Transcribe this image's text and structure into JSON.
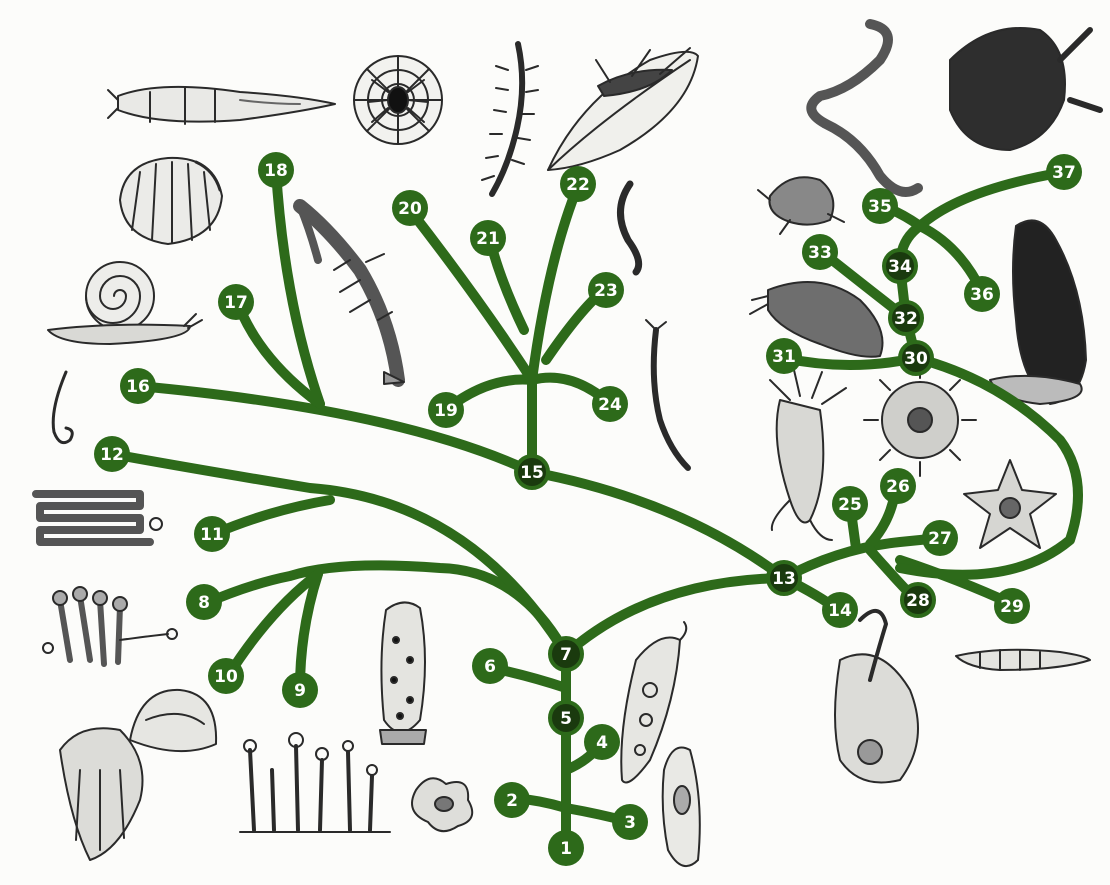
{
  "diagram": {
    "branch_color": "#2d6a1a",
    "hub_color": "#1a3a0e",
    "label_color": "#ffffff",
    "nodes": [
      {
        "id": "n1",
        "label": "1"
      },
      {
        "id": "n2",
        "label": "2"
      },
      {
        "id": "n3",
        "label": "3"
      },
      {
        "id": "n4",
        "label": "4"
      },
      {
        "id": "n5",
        "label": "5"
      },
      {
        "id": "n6",
        "label": "6"
      },
      {
        "id": "n7",
        "label": "7"
      },
      {
        "id": "n8",
        "label": "8"
      },
      {
        "id": "n9",
        "label": "9"
      },
      {
        "id": "n10",
        "label": "10"
      },
      {
        "id": "n11",
        "label": "11"
      },
      {
        "id": "n12",
        "label": "12"
      },
      {
        "id": "n13",
        "label": "13"
      },
      {
        "id": "n14",
        "label": "14"
      },
      {
        "id": "n15",
        "label": "15"
      },
      {
        "id": "n16",
        "label": "16"
      },
      {
        "id": "n17",
        "label": "17"
      },
      {
        "id": "n18",
        "label": "18"
      },
      {
        "id": "n19",
        "label": "19"
      },
      {
        "id": "n20",
        "label": "20"
      },
      {
        "id": "n21",
        "label": "21"
      },
      {
        "id": "n22",
        "label": "22"
      },
      {
        "id": "n23",
        "label": "23"
      },
      {
        "id": "n24",
        "label": "24"
      },
      {
        "id": "n25",
        "label": "25"
      },
      {
        "id": "n26",
        "label": "26"
      },
      {
        "id": "n27",
        "label": "27"
      },
      {
        "id": "n28",
        "label": "28"
      },
      {
        "id": "n29",
        "label": "29"
      },
      {
        "id": "n30",
        "label": "30"
      },
      {
        "id": "n31",
        "label": "31"
      },
      {
        "id": "n32",
        "label": "32"
      },
      {
        "id": "n33",
        "label": "33"
      },
      {
        "id": "n34",
        "label": "34"
      },
      {
        "id": "n35",
        "label": "35"
      },
      {
        "id": "n36",
        "label": "36"
      },
      {
        "id": "n37",
        "label": "37"
      }
    ],
    "illustrations": [
      "squid-icon",
      "spider-icon",
      "centipede-icon",
      "grasshopper-icon",
      "clam-icon",
      "snail-icon",
      "crayfish-icon",
      "earthworm-icon",
      "roundworm-icon",
      "tapeworm-icon",
      "leech-icon",
      "sea-lily-icon",
      "sea-urchin-icon",
      "starfish-icon",
      "snake-icon",
      "turtle-icon",
      "frog-icon",
      "catfish-icon",
      "eagle-icon",
      "lancelet-icon",
      "tunicate-icon",
      "jellyfish-icon",
      "coral-polyps-icon",
      "hydra-icon",
      "sponge-icon",
      "amoeba-icon",
      "euglena-icon",
      "paramecium-icon",
      "nematode-icon"
    ]
  }
}
